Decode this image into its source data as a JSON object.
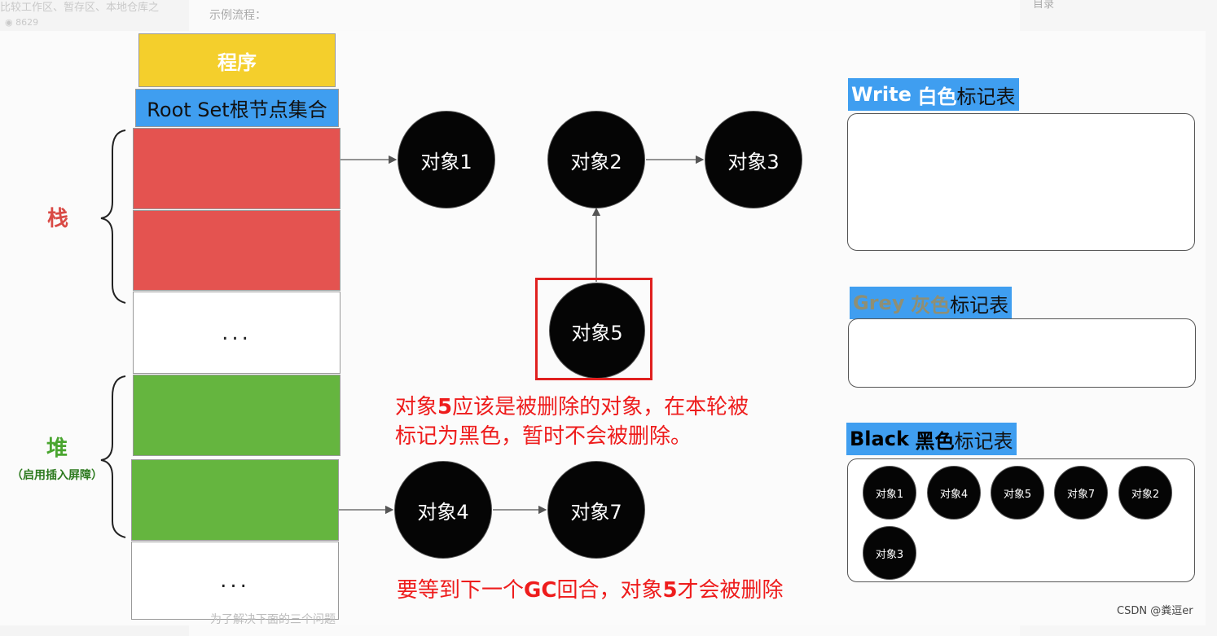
{
  "background": {
    "top_left_text": "比较工作区、暂存区、本地仓库之",
    "view_count": "8629",
    "header_text": "示例流程：",
    "right_header": "目录",
    "bottom_text": "为了解决下面的三个问题"
  },
  "diagram": {
    "program_label": "程序",
    "root_set_label": "Root Set根节点集合",
    "stack_label": "栈",
    "heap_label": "堆",
    "heap_sub_label": "（启用插入屏障）",
    "ellipsis": "...",
    "nodes": {
      "obj1": "对象1",
      "obj2": "对象2",
      "obj3": "对象3",
      "obj4": "对象4",
      "obj5": "对象5",
      "obj7": "对象7"
    },
    "note_main": {
      "line1_prefix": "对象",
      "line1_bold": "5",
      "line1_suffix": "应该是被删除的对象，在本轮被",
      "line2": "标记为黑色，暂时不会被删除。"
    },
    "note_bottom": {
      "prefix": "要等到下一个",
      "bold1": "GC",
      "middle": "回合，对象",
      "bold2": "5",
      "suffix": "才会被删除"
    }
  },
  "tables": {
    "white": {
      "en": "Write",
      "color_word": "白色",
      "suffix": "标记表",
      "items": []
    },
    "grey": {
      "en": "Grey",
      "color_word": "灰色",
      "suffix": "标记表",
      "items": []
    },
    "black": {
      "en": "Black",
      "color_word": "黑色",
      "suffix": "标记表",
      "items": [
        "对象1",
        "对象4",
        "对象5",
        "对象7",
        "对象2",
        "对象3"
      ]
    }
  },
  "colors": {
    "program_bg": "#f4cf2c",
    "rootset_bg": "#3f9ef0",
    "stack_red": "#e45350",
    "heap_green": "#65b53f",
    "note_red": "#ee1c1c",
    "grey_word": "#8f8f74"
  },
  "watermark": "CSDN @粪逗er"
}
